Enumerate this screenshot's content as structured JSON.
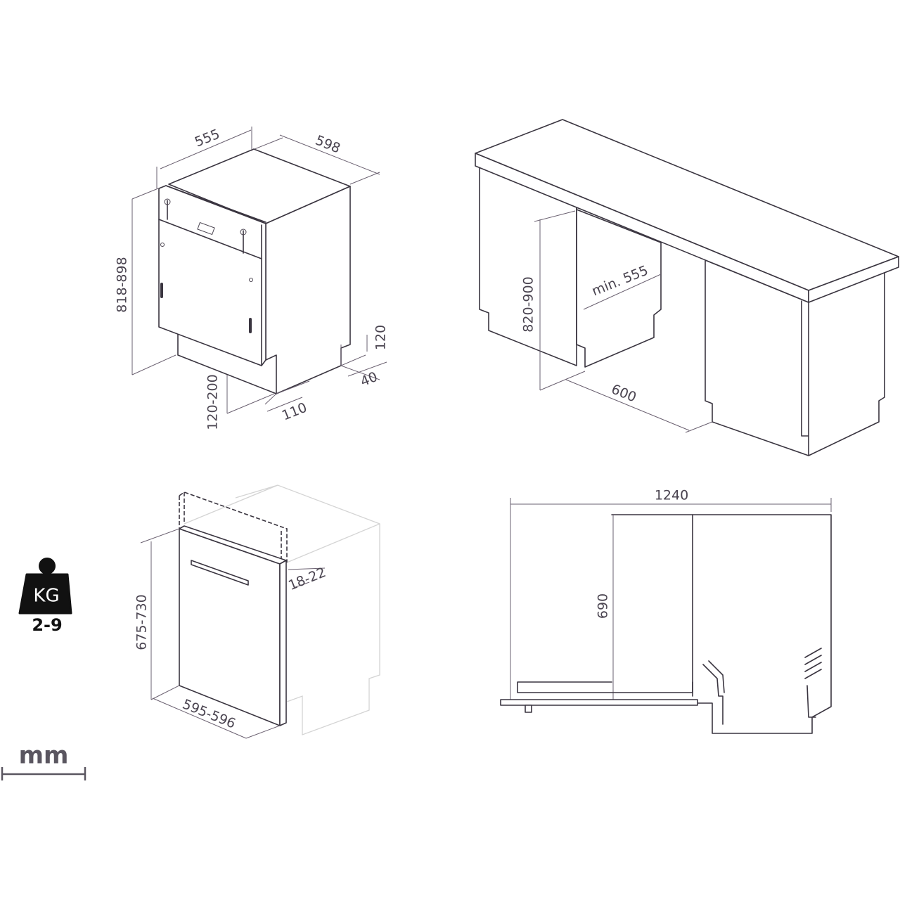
{
  "views": {
    "semi_integrated": {
      "width": "555",
      "depth": "598",
      "height": "818-898",
      "plinth_height": "120-200",
      "plinth_depth": "110",
      "rear_depth": "40",
      "rear_height": "120"
    },
    "installation": {
      "niche_height": "820-900",
      "niche_width": "min. 555",
      "niche_depth": "600"
    },
    "door_panel": {
      "panel_height": "675-730",
      "panel_width": "595-596",
      "panel_thickness": "18-22"
    },
    "door_clearance": {
      "open_depth": "1240",
      "height": "690"
    }
  },
  "weight": {
    "icon": "weight-icon",
    "unit": "KG",
    "range": "2-9"
  },
  "units": {
    "label": "mm",
    "icon": "ruler-icon"
  },
  "colors": {
    "line": "#3a3540",
    "ghost": "#d4d4d4",
    "weight_icon": "#111111"
  }
}
